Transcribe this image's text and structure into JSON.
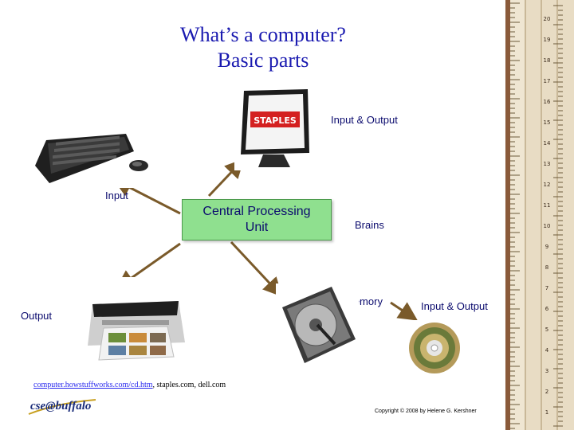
{
  "title": {
    "line1": "What’s a computer?",
    "line2": "Basic parts"
  },
  "cpu": {
    "line1": "Central Processing",
    "line2": "Unit"
  },
  "labels": {
    "input": "Input",
    "input_output_top": "Input & Output",
    "brains": "Brains",
    "memory": "Memory",
    "input_output_right": "Input & Output",
    "output": "Output"
  },
  "footer": {
    "source_link": "computer.howstuffworks.com/cd.htm",
    "source_rest": ", staples.com, dell.com",
    "copyright": "Copyright © 2008 by Helene G. Kershner",
    "logo_text": "cse@buffalo"
  },
  "ruler": {
    "numbers": [
      "1",
      "2",
      "3",
      "4",
      "5",
      "6",
      "7",
      "8",
      "9",
      "10",
      "11",
      "12",
      "13",
      "14",
      "15",
      "16",
      "17",
      "18",
      "19",
      "20"
    ]
  },
  "colors": {
    "title": "#1a1ab0",
    "cpu_fill": "#8fe08f",
    "label_text": "#0b0b6e",
    "arrow": "#7a5a2a",
    "link": "#2a2aee",
    "ruler_wood": "#e8dcc4"
  }
}
